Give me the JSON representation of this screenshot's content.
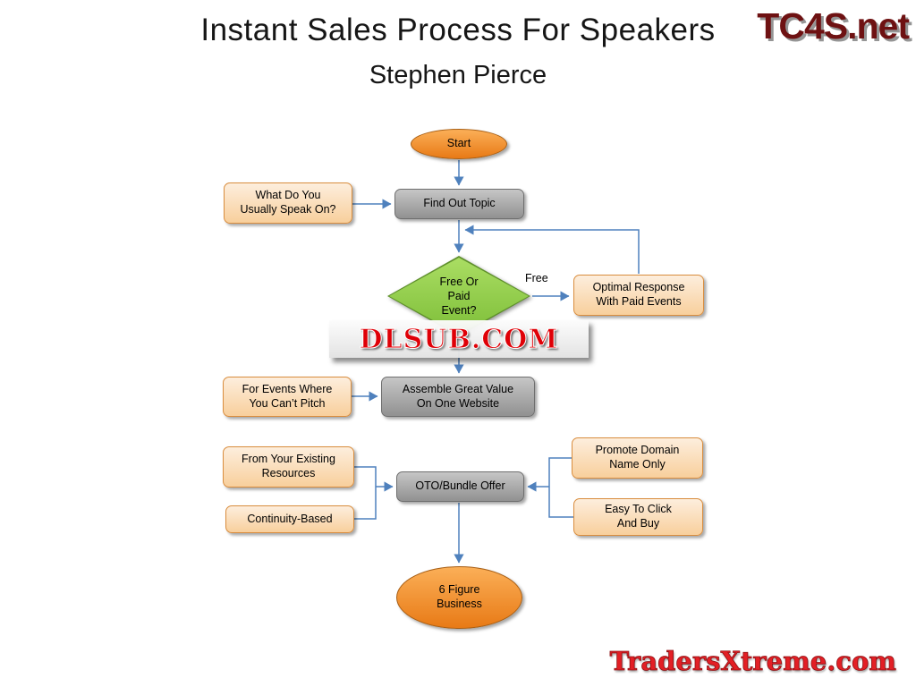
{
  "title": "Instant Sales Process For Speakers",
  "subtitle": "Stephen Pierce",
  "watermarks": {
    "top_right": "TC4S.net",
    "center": "DLSUB.COM",
    "bottom_right": "TradersXtreme.com"
  },
  "nodes": {
    "start": "Start",
    "find_out_topic": "Find Out Topic",
    "what_speak": "What Do You Usually Speak On?",
    "free_or_paid": "Free Or Paid Event?",
    "optimal_response": "Optimal Response With Paid Events",
    "assemble_value": "Assemble Great Value On One Website",
    "events_cant_pitch": "For Events Where You Can’t Pitch",
    "existing_resources": "From Your Existing Resources",
    "continuity": "Continuity-Based",
    "oto_bundle": "OTO/Bundle Offer",
    "promote_domain": "Promote Domain Name Only",
    "easy_click": "Easy To Click And Buy",
    "six_figure": "6 Figure Business"
  },
  "edge_labels": {
    "free": "Free"
  },
  "colors": {
    "connector": "#4f81bd",
    "terminator_fill": "#f79646",
    "process_fill": "#a6a6a6",
    "note_fill": "#fbd9b0",
    "decision_fill": "#92d050",
    "watermark_red": "#df0007"
  }
}
